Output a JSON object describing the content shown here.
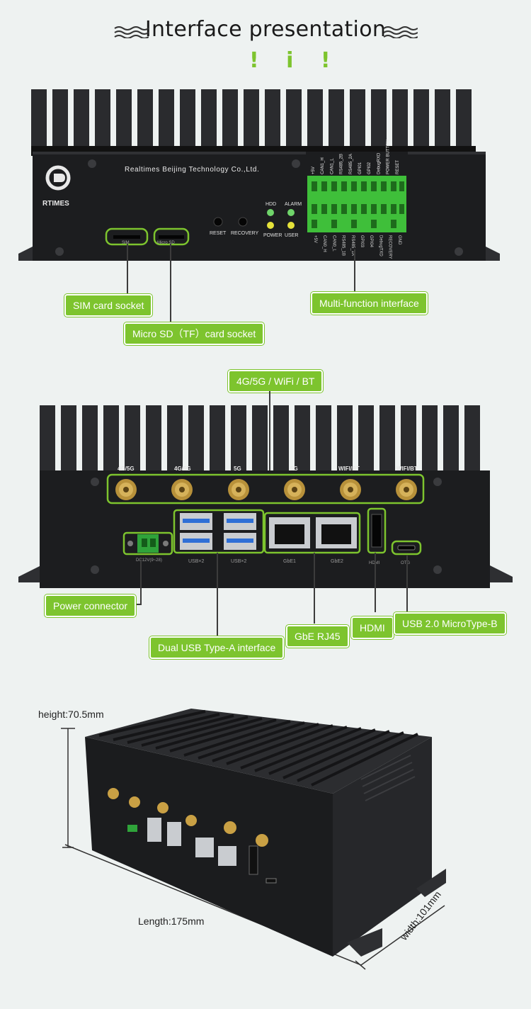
{
  "header": {
    "title": "Interface presentation",
    "exclaim": "! i !"
  },
  "front_panel": {
    "brand": "Realtimes Beijing Technology Co.,Ltd.",
    "logo_text": "RTIMES",
    "buttons": [
      "RESET",
      "RECOVERY"
    ],
    "leds": [
      "HDD",
      "ALARM",
      "POWER",
      "USER"
    ],
    "slot_labels": [
      "SIM",
      "Micro SD"
    ],
    "terminal_top_labels": [
      "+5V",
      "CAN1_H",
      "CAN1_L",
      "RS485_2B",
      "RS485_2A",
      "GPI01",
      "GPI02",
      "DebugRXD",
      "POWER BUTTON",
      "RESET"
    ],
    "terminal_bottom_labels": [
      "+5V",
      "CAN0_H",
      "CAN0_L",
      "RS485_1B",
      "RS485_1A",
      "GPI03",
      "GPI04",
      "DebugTXD",
      "RECOVERY",
      "GND"
    ],
    "callouts": {
      "sim": "SIM card socket",
      "microsd": "Micro SD（TF）card socket",
      "multifunction": "Multi-function interface"
    }
  },
  "rear_panel": {
    "antenna_labels": [
      "4G/5G",
      "4G/5G",
      "5G",
      "5G",
      "WIFI/BT",
      "WIFI/BT"
    ],
    "port_labels": [
      "DC12V(9~28)",
      "USB×2",
      "USB×2",
      "GbE1",
      "GbE2",
      "HDMI",
      "OTG"
    ],
    "callouts": {
      "antenna": "4G/5G / WiFi / BT",
      "power": "Power connector",
      "usb": "Dual USB Type-A interface",
      "gbe": "GbE RJ45",
      "hdmi": "HDMI",
      "otg": "USB 2.0 MicroType-B"
    }
  },
  "dimensions": {
    "height": "height:70.5mm",
    "length": "Length:175mm",
    "width": "width:101mm"
  },
  "colors": {
    "accent": "#7dc42e",
    "device": "#1c1d1f",
    "background": "#eef2f1"
  }
}
